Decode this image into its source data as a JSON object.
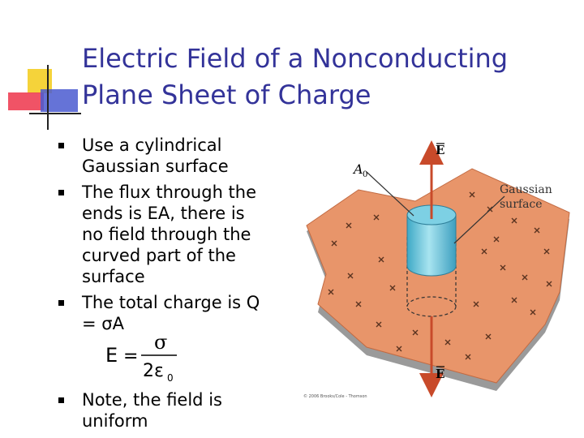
{
  "slide": {
    "title_lines": [
      "Electric Field of a Nonconducting",
      "Plane Sheet of Charge"
    ],
    "bullets": [
      "Use a cylindrical\nGaussian surface",
      "The flux through the\nends is EA, there is\nno field through the\ncurved part of the\nsurface",
      "The total charge is Q\n= σA"
    ],
    "note": "Note, the field is\nuniform",
    "formula": {
      "lhs": "E",
      "equals": "=",
      "numerator": "σ",
      "denominator": "2ε",
      "subscript": "0"
    }
  },
  "figure": {
    "labels": {
      "e_top": "E",
      "e_bottom": "E",
      "area": "A",
      "area_sub": "0",
      "gaussian_line1": "Gaussian",
      "gaussian_line2": "surface",
      "credit": "© 2006 Brooks/Cole - Thomson"
    },
    "colors": {
      "sheet": "#e8956a",
      "sheet_edge": "#9a9a9a",
      "cylinder": "#6cc6dc",
      "arrow": "#c84a2a",
      "title": "#333399"
    }
  }
}
